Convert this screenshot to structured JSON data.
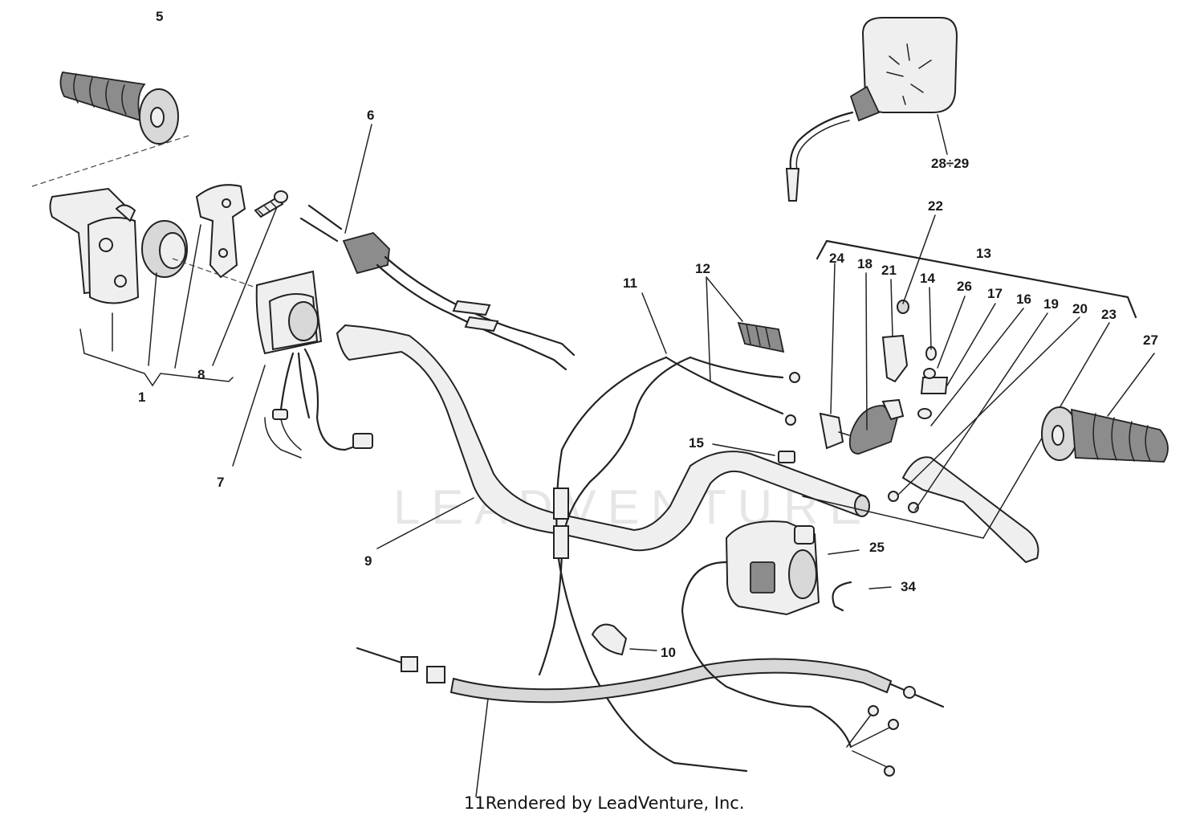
{
  "watermark": "LEADVENTURE",
  "credit": {
    "prefix": "11",
    "text": "Rendered by LeadVenture, Inc."
  },
  "labels": {
    "l1": "1",
    "l5": "5",
    "l6": "6",
    "l7": "7",
    "l8": "8",
    "l9": "9",
    "l10": "10",
    "l11a": "11",
    "l12": "12",
    "l13": "13",
    "l14": "14",
    "l15": "15",
    "l16": "16",
    "l17": "17",
    "l18": "18",
    "l19": "19",
    "l20": "20",
    "l21": "21",
    "l22": "22",
    "l23": "23",
    "l24": "24",
    "l25": "25",
    "l26": "26",
    "l27": "27",
    "l28": "28÷29",
    "l34": "34"
  }
}
